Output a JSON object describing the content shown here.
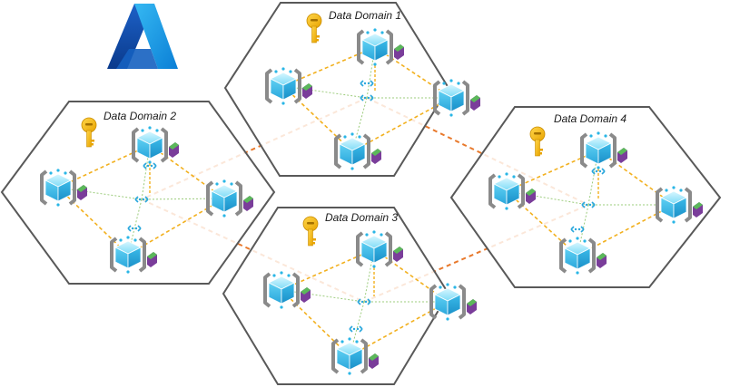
{
  "logo": {
    "name": "azure-logo-icon"
  },
  "domains": [
    {
      "id": "d1",
      "title": "Data Domain 1",
      "key_icon": "key-icon"
    },
    {
      "id": "d2",
      "title": "Data Domain 2",
      "key_icon": "key-icon"
    },
    {
      "id": "d3",
      "title": "Data Domain 3",
      "key_icon": "key-icon"
    },
    {
      "id": "d4",
      "title": "Data Domain 4",
      "key_icon": "key-icon"
    }
  ],
  "node_icon": "cube-service-icon",
  "hub_icon": "virtual-network-hub-icon",
  "colors": {
    "domain_border": "#595959",
    "spoke_line": "#f2b01e",
    "mesh_line": "#9ccc7c",
    "cross_domain_line": "#e8792c",
    "cube_light": "#9fe8fb",
    "cube_dark": "#2ab6e6",
    "bracket": "#8a8a8a",
    "badge": "#7a3d9a",
    "key": "#f5b800"
  }
}
